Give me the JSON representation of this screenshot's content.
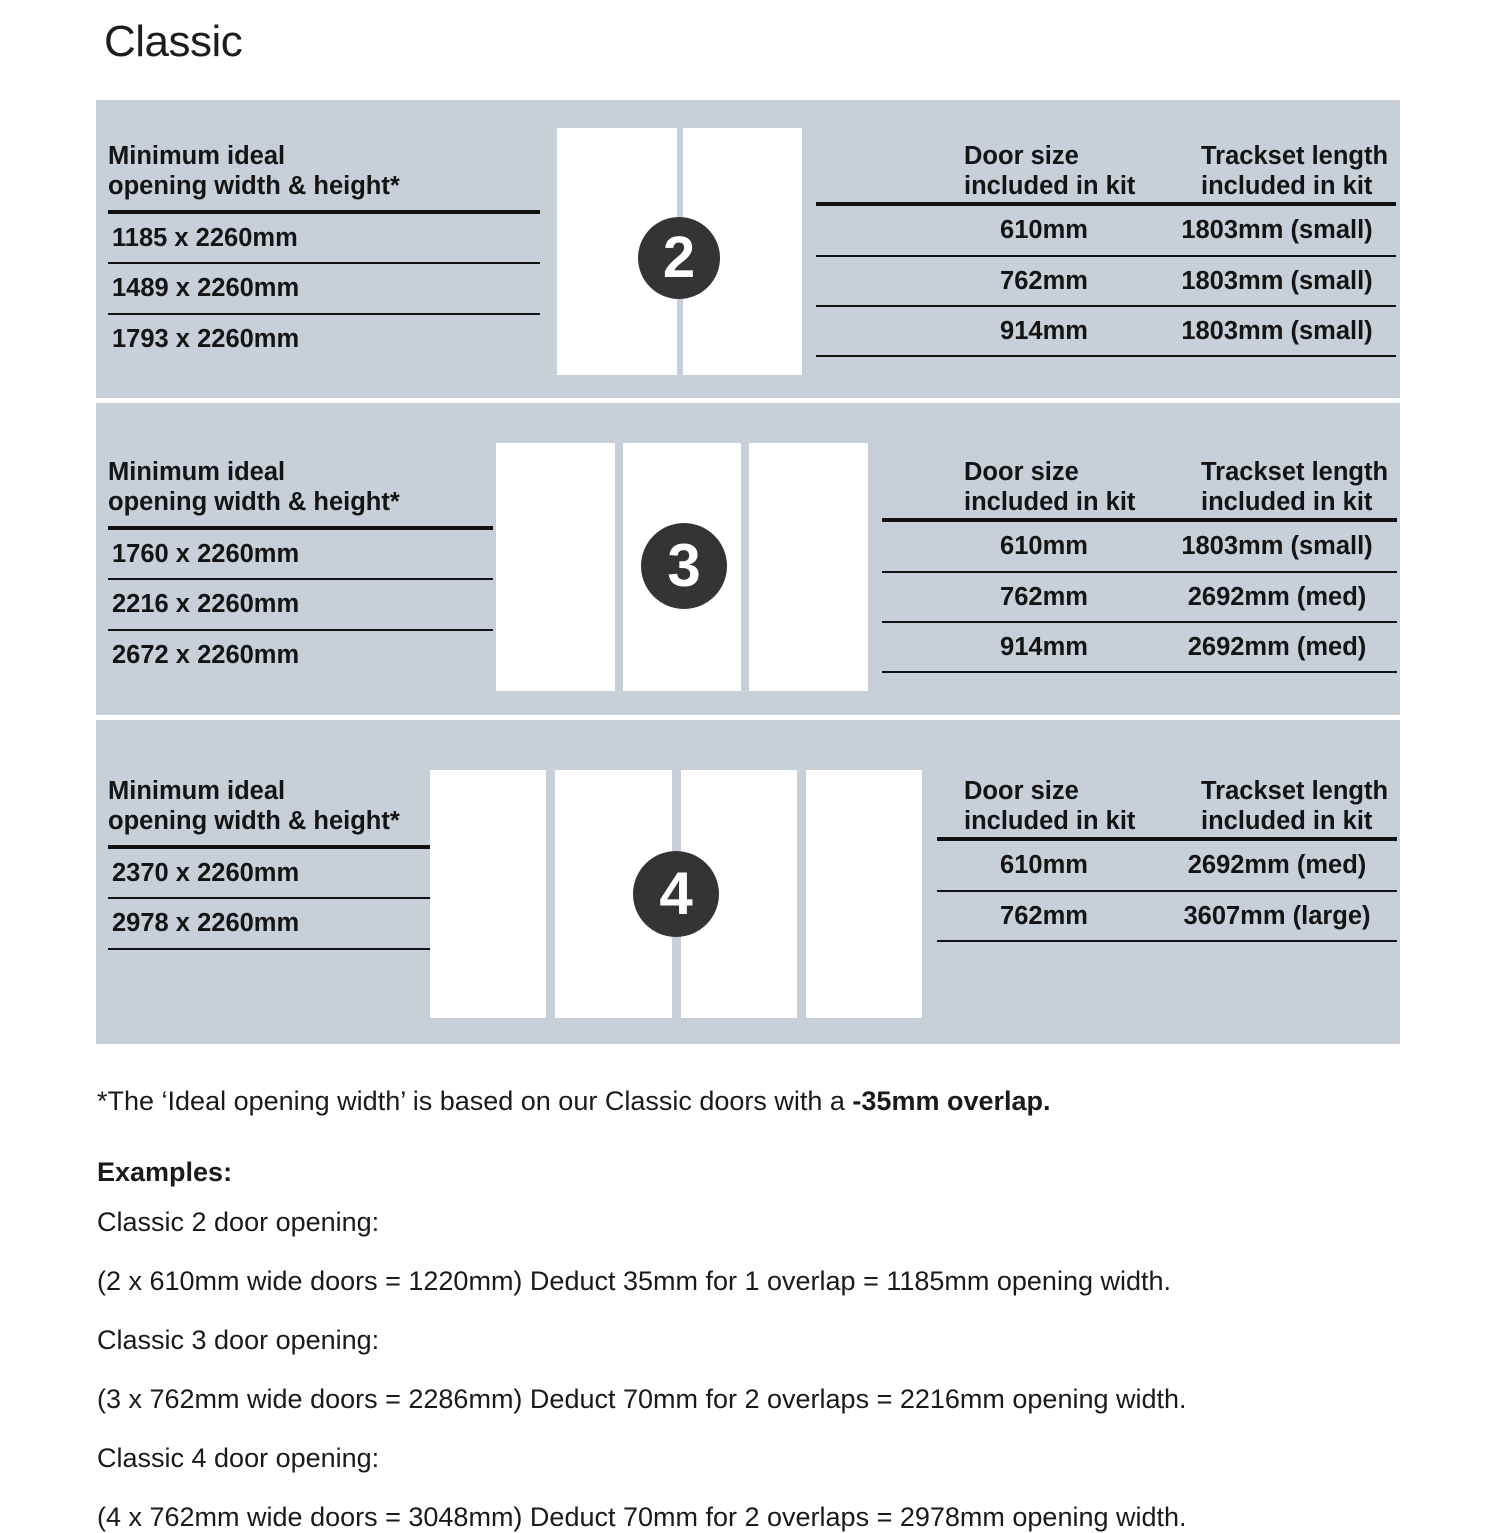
{
  "title": "Classic",
  "panel": {
    "sections": [
      {
        "id": "classic-2-door",
        "badge": "2",
        "door_count": 2,
        "left_header": "Minimum ideal\nopening width & height*",
        "right_header_a": "Door size\nincluded in kit",
        "right_header_b": "Trackset length\nincluded in kit",
        "rows": [
          {
            "opening": "1185 x 2260mm",
            "door_size": "610mm",
            "trackset": "1803mm (small)"
          },
          {
            "opening": "1489 x 2260mm",
            "door_size": "762mm",
            "trackset": "1803mm (small)"
          },
          {
            "opening": "1793 x 2260mm",
            "door_size": "914mm",
            "trackset": "1803mm (small)"
          }
        ]
      },
      {
        "id": "classic-3-door",
        "badge": "3",
        "door_count": 3,
        "left_header": "Minimum ideal\nopening width & height*",
        "right_header_a": "Door size\nincluded in kit",
        "right_header_b": "Trackset length\nincluded in kit",
        "rows": [
          {
            "opening": "1760 x 2260mm",
            "door_size": "610mm",
            "trackset": "1803mm (small)"
          },
          {
            "opening": "2216 x 2260mm",
            "door_size": "762mm",
            "trackset": "2692mm (med)"
          },
          {
            "opening": "2672 x 2260mm",
            "door_size": "914mm",
            "trackset": "2692mm (med)"
          }
        ]
      },
      {
        "id": "classic-4-door",
        "badge": "4",
        "door_count": 4,
        "left_header": "Minimum ideal\nopening width & height*",
        "right_header_a": "Door size\nincluded in kit",
        "right_header_b": "Trackset length\nincluded in kit",
        "rows": [
          {
            "opening": "2370 x 2260mm",
            "door_size": "610mm",
            "trackset": "2692mm (med)"
          },
          {
            "opening": "2978 x 2260mm",
            "door_size": "762mm",
            "trackset": "3607mm (large)"
          }
        ]
      }
    ]
  },
  "footnote": {
    "prefix": "*The ‘Ideal opening width’ is based on our Classic doors with a ",
    "bold": "-35mm overlap."
  },
  "examples": {
    "heading": "Examples:",
    "lines": [
      "Classic 2 door opening:",
      "(2 x 610mm wide doors = 1220mm)  Deduct 35mm for 1 overlap = 1185mm opening width.",
      "Classic 3 door opening:",
      "(3 x 762mm wide doors = 2286mm)  Deduct 70mm for 2 overlaps = 2216mm opening width.",
      "Classic 4 door opening:",
      "(4 x 762mm wide doors = 3048mm)  Deduct 70mm for 2 overlaps = 2978mm opening width."
    ]
  },
  "colors": {
    "panel_bg": "#c7cfd8",
    "badge_bg": "#343434",
    "door_fill": "#ffffff",
    "rule": "#111111",
    "text": "#1a1a1a"
  }
}
